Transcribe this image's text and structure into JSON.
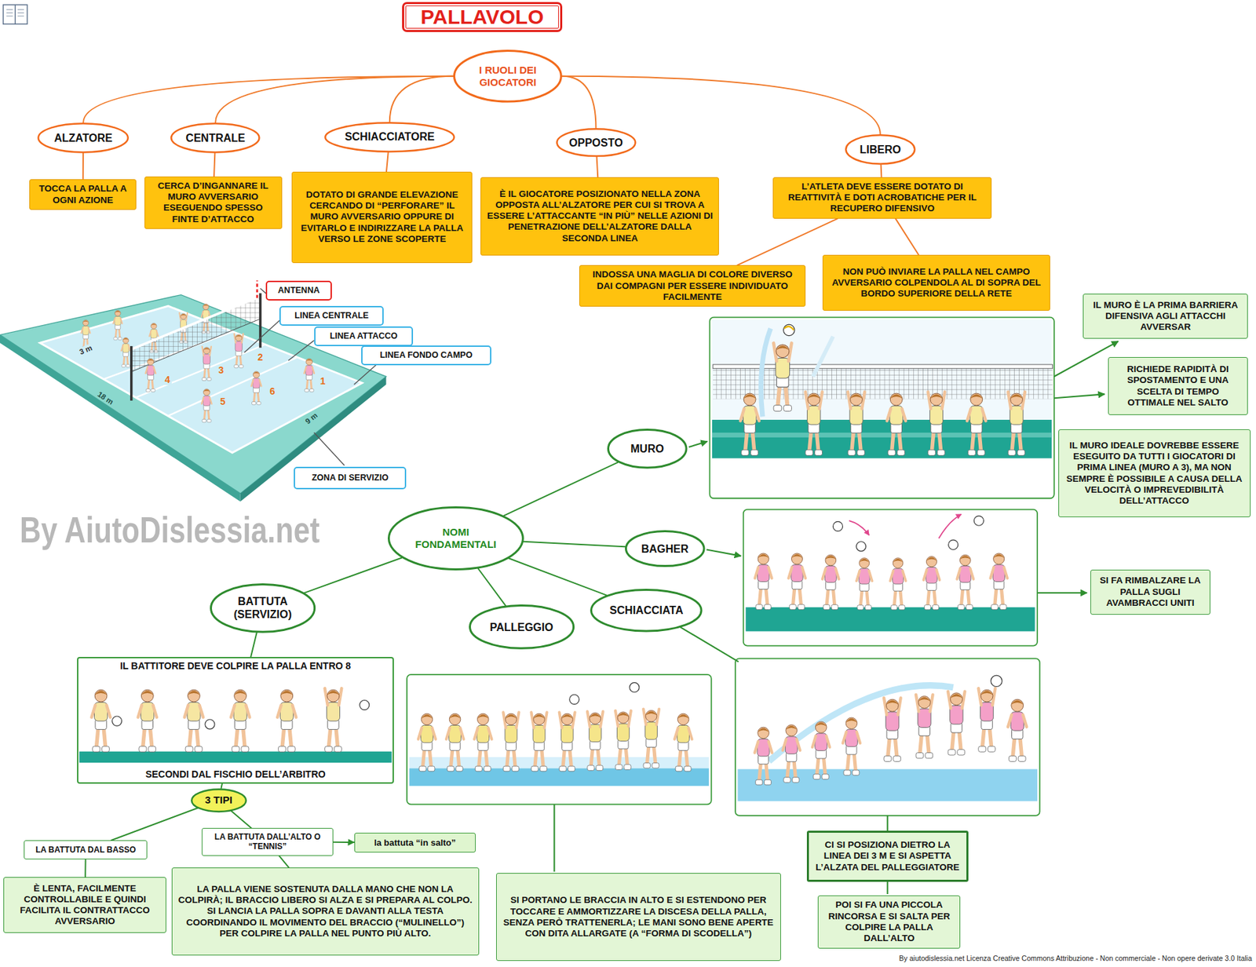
{
  "diagram": {
    "title": "PALLAVOLO",
    "nodes": [
      {
        "text": [
          "I RUOLI DEI GIOCATORI"
        ]
      },
      {
        "text": [
          "ALZATORE"
        ]
      },
      {
        "text": [
          "CENTRALE"
        ]
      },
      {
        "text": [
          "SCHIACCIATORE"
        ]
      },
      {
        "text": [
          "OPPOSTO"
        ]
      },
      {
        "text": [
          "LIBERO"
        ]
      },
      {
        "text": [
          "TOCCA LA PALLA A OGNI AZIONE"
        ]
      },
      {
        "text": [
          "CERCA D’INGANNARE IL MURO AVVERSARIO ESEGUENDO SPESSO FINTE D’ATTACCO"
        ]
      },
      {
        "text": [
          "DOTATO DI GRANDE ELEVAZIONE CERCANDO DI “PERFORARE” IL MURO AVVERSARIO OPPURE DI EVITARLO E INDIRIZZARE LA PALLA VERSO LE ZONE SCOPERTE"
        ]
      },
      {
        "text": [
          "È IL GIOCATORE POSIZIONATO NELLA ZONA OPPOSTA ALL’ALZATORE PER CUI SI TROVA A ESSERE L’ATTACCANTE “IN PIÙ” NELLE AZIONI DI PENETRAZIONE DELL’ALZATORE DALLA SECONDA LINEA"
        ]
      },
      {
        "text": [
          "L’ATLETA DEVE ESSERE DOTATO DI REATTIVITÀ E DOTI ACROBATICHE PER IL RECUPERO DIFENSIVO"
        ]
      },
      {
        "text": [
          "INDOSSA UNA MAGLIA DI COLORE DIVERSO DAI COMPAGNI PER ESSERE INDIVIDUATO FACILMENTE"
        ]
      },
      {
        "text": [
          "NON PUÒ INVIARE LA PALLA NEL CAMPO AVVERSARIO COLPENDOLA AL DI SOPRA DEL BORDO SUPERIORE DELLA RETE"
        ]
      },
      {
        "text": [
          "ANTENNA"
        ]
      },
      {
        "text": [
          "LINEA CENTRALE"
        ]
      },
      {
        "text": [
          "LINEA ATTACCO"
        ]
      },
      {
        "text": [
          "LINEA FONDO CAMPO"
        ]
      },
      {
        "text": [
          "ZONA DI SERVIZIO"
        ]
      },
      {
        "text": [
          "NOMI FONDAMENTALI"
        ]
      },
      {
        "text": [
          "MURO"
        ]
      },
      {
        "text": [
          "IL MURO È LA PRIMA BARRIERA DIFENSIVA AGLI ATTACCHI AVVERSAR"
        ]
      },
      {
        "text": [
          "RICHIEDE RAPIDITÀ DI SPOSTAMENTO E UNA SCELTA DI TEMPO OTTIMALE NEL SALTO"
        ]
      },
      {
        "text": [
          "IL MURO IDEALE DOVREBBE ESSERE ESEGUITO DA TUTTI I GIOCATORI DI PRIMA LINEA (MURO A 3), MA NON SEMPRE È POSSIBILE A CAUSA DELLA VELOCITÀ O IMPREVEDIBILITÀ DELL’ATTACCO"
        ]
      },
      {
        "text": [
          "BAGHER"
        ]
      },
      {
        "text": [
          "SI FA RIMBALZARE LA PALLA SUGLI AVAMBRACCI UNITI"
        ]
      },
      {
        "text": [
          "BATTUTA (SERVIZIO)"
        ]
      },
      {
        "text": [
          "PALLEGGIO"
        ]
      },
      {
        "text": [
          "SCHIACCIATA"
        ]
      },
      {
        "text": [
          "IL BATTITORE DEVE COLPIRE LA PALLA ENTRO 8",
          "SECONDI DAL FISCHIO DELL’ARBITRO"
        ]
      },
      {
        "text": [
          "3 TIPI"
        ]
      },
      {
        "text": [
          "LA BATTUTA DAL BASSO"
        ]
      },
      {
        "text": [
          "LA BATTUTA DALL’ALTO O “TENNIS”"
        ]
      },
      {
        "text": [
          "la battuta “in salto”"
        ]
      },
      {
        "text": [
          "È LENTA, FACILMENTE CONTROLLABILE E QUINDI FACILITA IL CONTRATTACCO AVVERSARIO"
        ]
      },
      {
        "text": [
          "LA PALLA VIENE SOSTENUTA DALLA MANO CHE NON LA COLPIRÀ; IL BRACCIO LIBERO SI ALZA E SI PREPARA AL COLPO. SI LANCIA LA PALLA SOPRA E DAVANTI ALLA TESTA COORDINANDO IL MOVIMENTO DEL BRACCIO (“MULINELLO”) PER COLPIRE LA PALLA NEL PUNTO PIÙ ALTO."
        ]
      },
      {
        "text": [
          "SI PORTANO LE BRACCIA IN ALTO E SI ESTENDONO PER TOCCARE E AMMORTIZZARE LA DISCESA DELLA PALLA, SENZA PERÒ TRATTENERLA; LE MANI SONO BENE APERTE CON DITA ALLARGATE (A “FORMA DI SCODELLA”)"
        ]
      },
      {
        "text": [
          "CI SI POSIZIONA DIETRO LA LINEA DEI 3 M E SI ASPETTA L’ALZATA DEL PALLEGGIATORE"
        ]
      },
      {
        "text": [
          "POI SI FA UNA PICCOLA RINCORSA E SI SALTA PER COLPIRE LA PALLA DALL’ALTO"
        ]
      }
    ],
    "edges": [
      {
        "from": 0,
        "to": 1,
        "arrow": "none"
      },
      {
        "from": 0,
        "to": 2,
        "arrow": "none"
      },
      {
        "from": 0,
        "to": 3,
        "arrow": "none"
      },
      {
        "from": 0,
        "to": 4,
        "arrow": "none"
      },
      {
        "from": 0,
        "to": 5,
        "arrow": "none"
      },
      {
        "from": 1,
        "to": 6,
        "arrow": "none"
      },
      {
        "from": 2,
        "to": 7,
        "arrow": "none"
      },
      {
        "from": 3,
        "to": 8,
        "arrow": "none"
      },
      {
        "from": 4,
        "to": 9,
        "arrow": "none"
      },
      {
        "from": 5,
        "to": 10,
        "arrow": "none"
      },
      {
        "from": 10,
        "to": 11,
        "arrow": "none"
      },
      {
        "from": 10,
        "to": 12,
        "arrow": "none"
      },
      {
        "from": 18,
        "to": 19,
        "arrow": "none"
      },
      {
        "from": 18,
        "to": 23,
        "arrow": "none"
      },
      {
        "from": 18,
        "to": 25,
        "arrow": "none"
      },
      {
        "from": 18,
        "to": 26,
        "arrow": "none"
      },
      {
        "from": 18,
        "to": 27,
        "arrow": "none"
      },
      {
        "from": 25,
        "to": 28,
        "arrow": "none"
      },
      {
        "from": 28,
        "to": 29,
        "arrow": "none"
      },
      {
        "from": 29,
        "to": 30,
        "arrow": "none"
      },
      {
        "from": 29,
        "to": 31,
        "arrow": "none"
      },
      {
        "from": 31,
        "to": 32,
        "arrow": "to"
      },
      {
        "from": 30,
        "to": 33,
        "arrow": "none"
      },
      {
        "from": 31,
        "to": 34,
        "arrow": "none"
      }
    ],
    "labels": [
      "1",
      "2",
      "3",
      "4",
      "5",
      "6",
      "3 m",
      "18 m",
      "9 m",
      "By AiutoDislessia.net",
      "By aiutodislessia.net Licenza Creative Commons Attribuzione - Non commerciale - Non opere derivate 3.0 Italia"
    ]
  }
}
